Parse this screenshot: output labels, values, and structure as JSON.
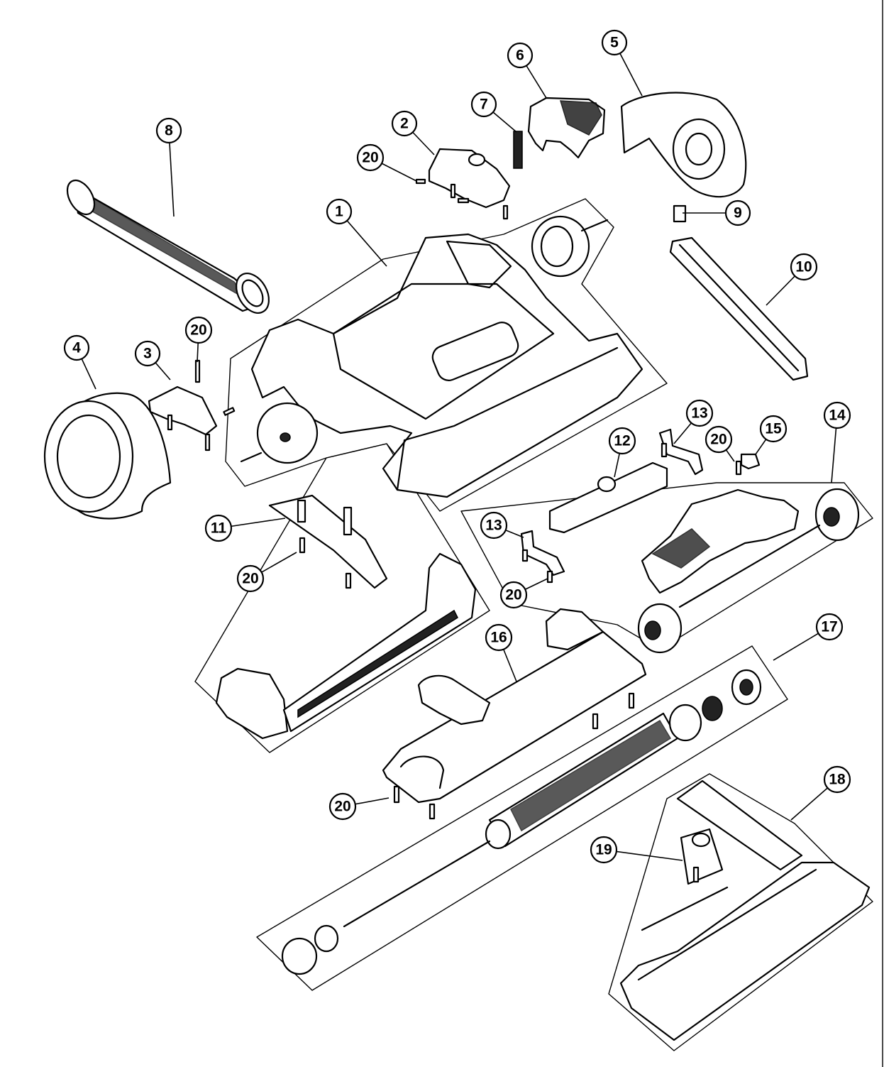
{
  "callouts": [
    {
      "id": "c1",
      "label": "1"
    },
    {
      "id": "c2",
      "label": "2"
    },
    {
      "id": "c3",
      "label": "3"
    },
    {
      "id": "c4",
      "label": "4"
    },
    {
      "id": "c5",
      "label": "5"
    },
    {
      "id": "c6",
      "label": "6"
    },
    {
      "id": "c7",
      "label": "7"
    },
    {
      "id": "c8",
      "label": "8"
    },
    {
      "id": "c9",
      "label": "9"
    },
    {
      "id": "c10",
      "label": "10"
    },
    {
      "id": "c11",
      "label": "11"
    },
    {
      "id": "c12",
      "label": "12"
    },
    {
      "id": "c13a",
      "label": "13"
    },
    {
      "id": "c13b",
      "label": "13"
    },
    {
      "id": "c14",
      "label": "14"
    },
    {
      "id": "c15",
      "label": "15"
    },
    {
      "id": "c16",
      "label": "16"
    },
    {
      "id": "c17",
      "label": "17"
    },
    {
      "id": "c18",
      "label": "18"
    },
    {
      "id": "c19",
      "label": "19"
    },
    {
      "id": "c20a",
      "label": "20"
    },
    {
      "id": "c20b",
      "label": "20"
    },
    {
      "id": "c20c",
      "label": "20"
    },
    {
      "id": "c20d",
      "label": "20"
    },
    {
      "id": "c20e",
      "label": "20"
    },
    {
      "id": "c20f",
      "label": "20"
    }
  ]
}
